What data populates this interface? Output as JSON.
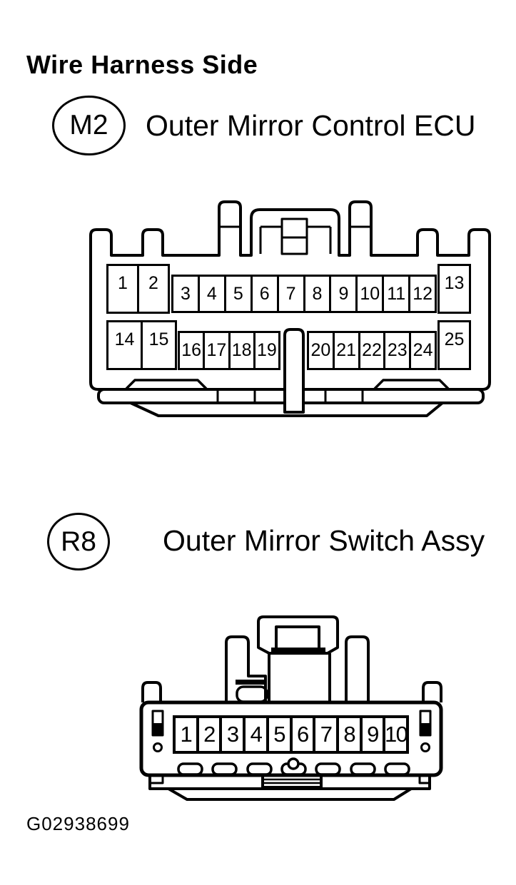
{
  "page": {
    "title": "Wire Harness Side",
    "figure_code": "G02938699",
    "background_color": "#ffffff",
    "line_color": "#000000"
  },
  "connectors": [
    {
      "code": "M2",
      "name": "Outer Mirror Control ECU",
      "pins_row1_large_left": [
        "1",
        "2"
      ],
      "pins_row1_small": [
        "3",
        "4",
        "5",
        "6",
        "7",
        "8",
        "9",
        "10",
        "11",
        "12"
      ],
      "pins_row1_large_right": [
        "13"
      ],
      "pins_row2_large_left": [
        "14",
        "15"
      ],
      "pins_row2_small_left": [
        "16",
        "17",
        "18",
        "19"
      ],
      "pins_row2_small_right": [
        "20",
        "21",
        "22",
        "23",
        "24"
      ],
      "pins_row2_large_right": [
        "25"
      ]
    },
    {
      "code": "R8",
      "name": "Outer Mirror Switch Assy",
      "pins": [
        "1",
        "2",
        "3",
        "4",
        "5",
        "6",
        "7",
        "8",
        "9",
        "10"
      ]
    }
  ]
}
